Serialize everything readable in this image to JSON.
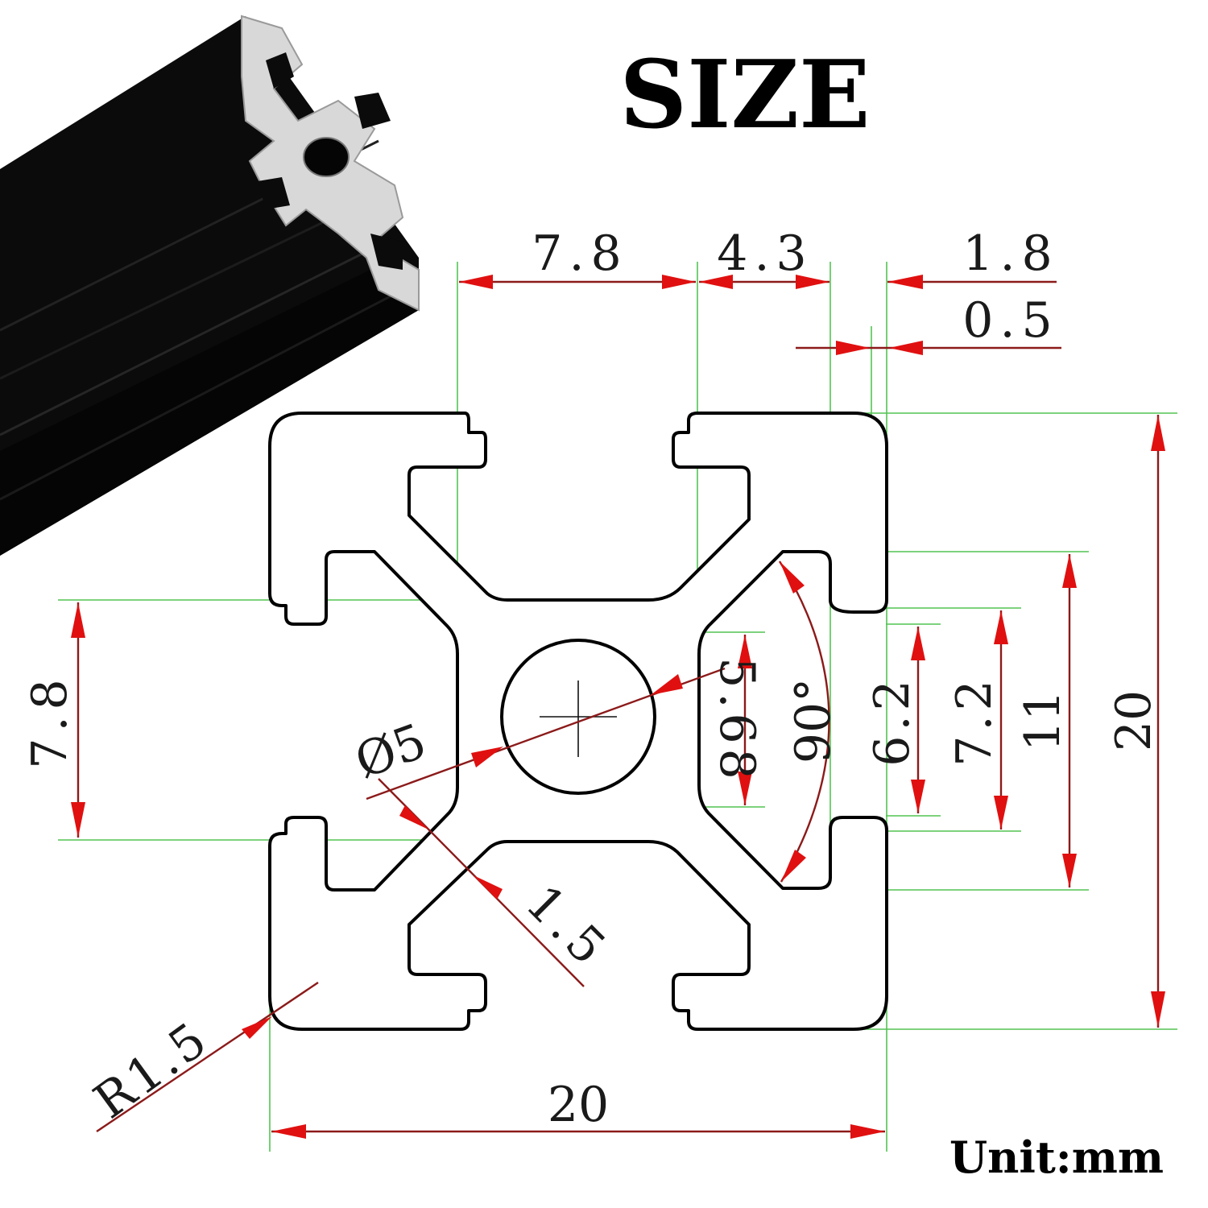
{
  "title": "SIZE",
  "unit": "Unit:mm",
  "dimensions": {
    "top_slot_width": "7.8",
    "top_offset_a": "4.3",
    "top_offset_b": "1.8",
    "top_lip": "0.5",
    "left_slot_width": "7.8",
    "center_hole_diameter": "Ø5",
    "slot_depth": "5.68",
    "slot_angle": "90°",
    "inner_6_2": "6.2",
    "inner_7_2": "7.2",
    "inner_11": "11",
    "overall_height": "20",
    "overall_width": "20",
    "wall_thickness": "1.5",
    "corner_radius": "R1.5"
  },
  "colors": {
    "guide_line": "#52c452",
    "dimension_line": "#8c1a1a",
    "arrow": "#e01010",
    "profile_outline": "#000000",
    "extrusion_body": "#111111"
  }
}
